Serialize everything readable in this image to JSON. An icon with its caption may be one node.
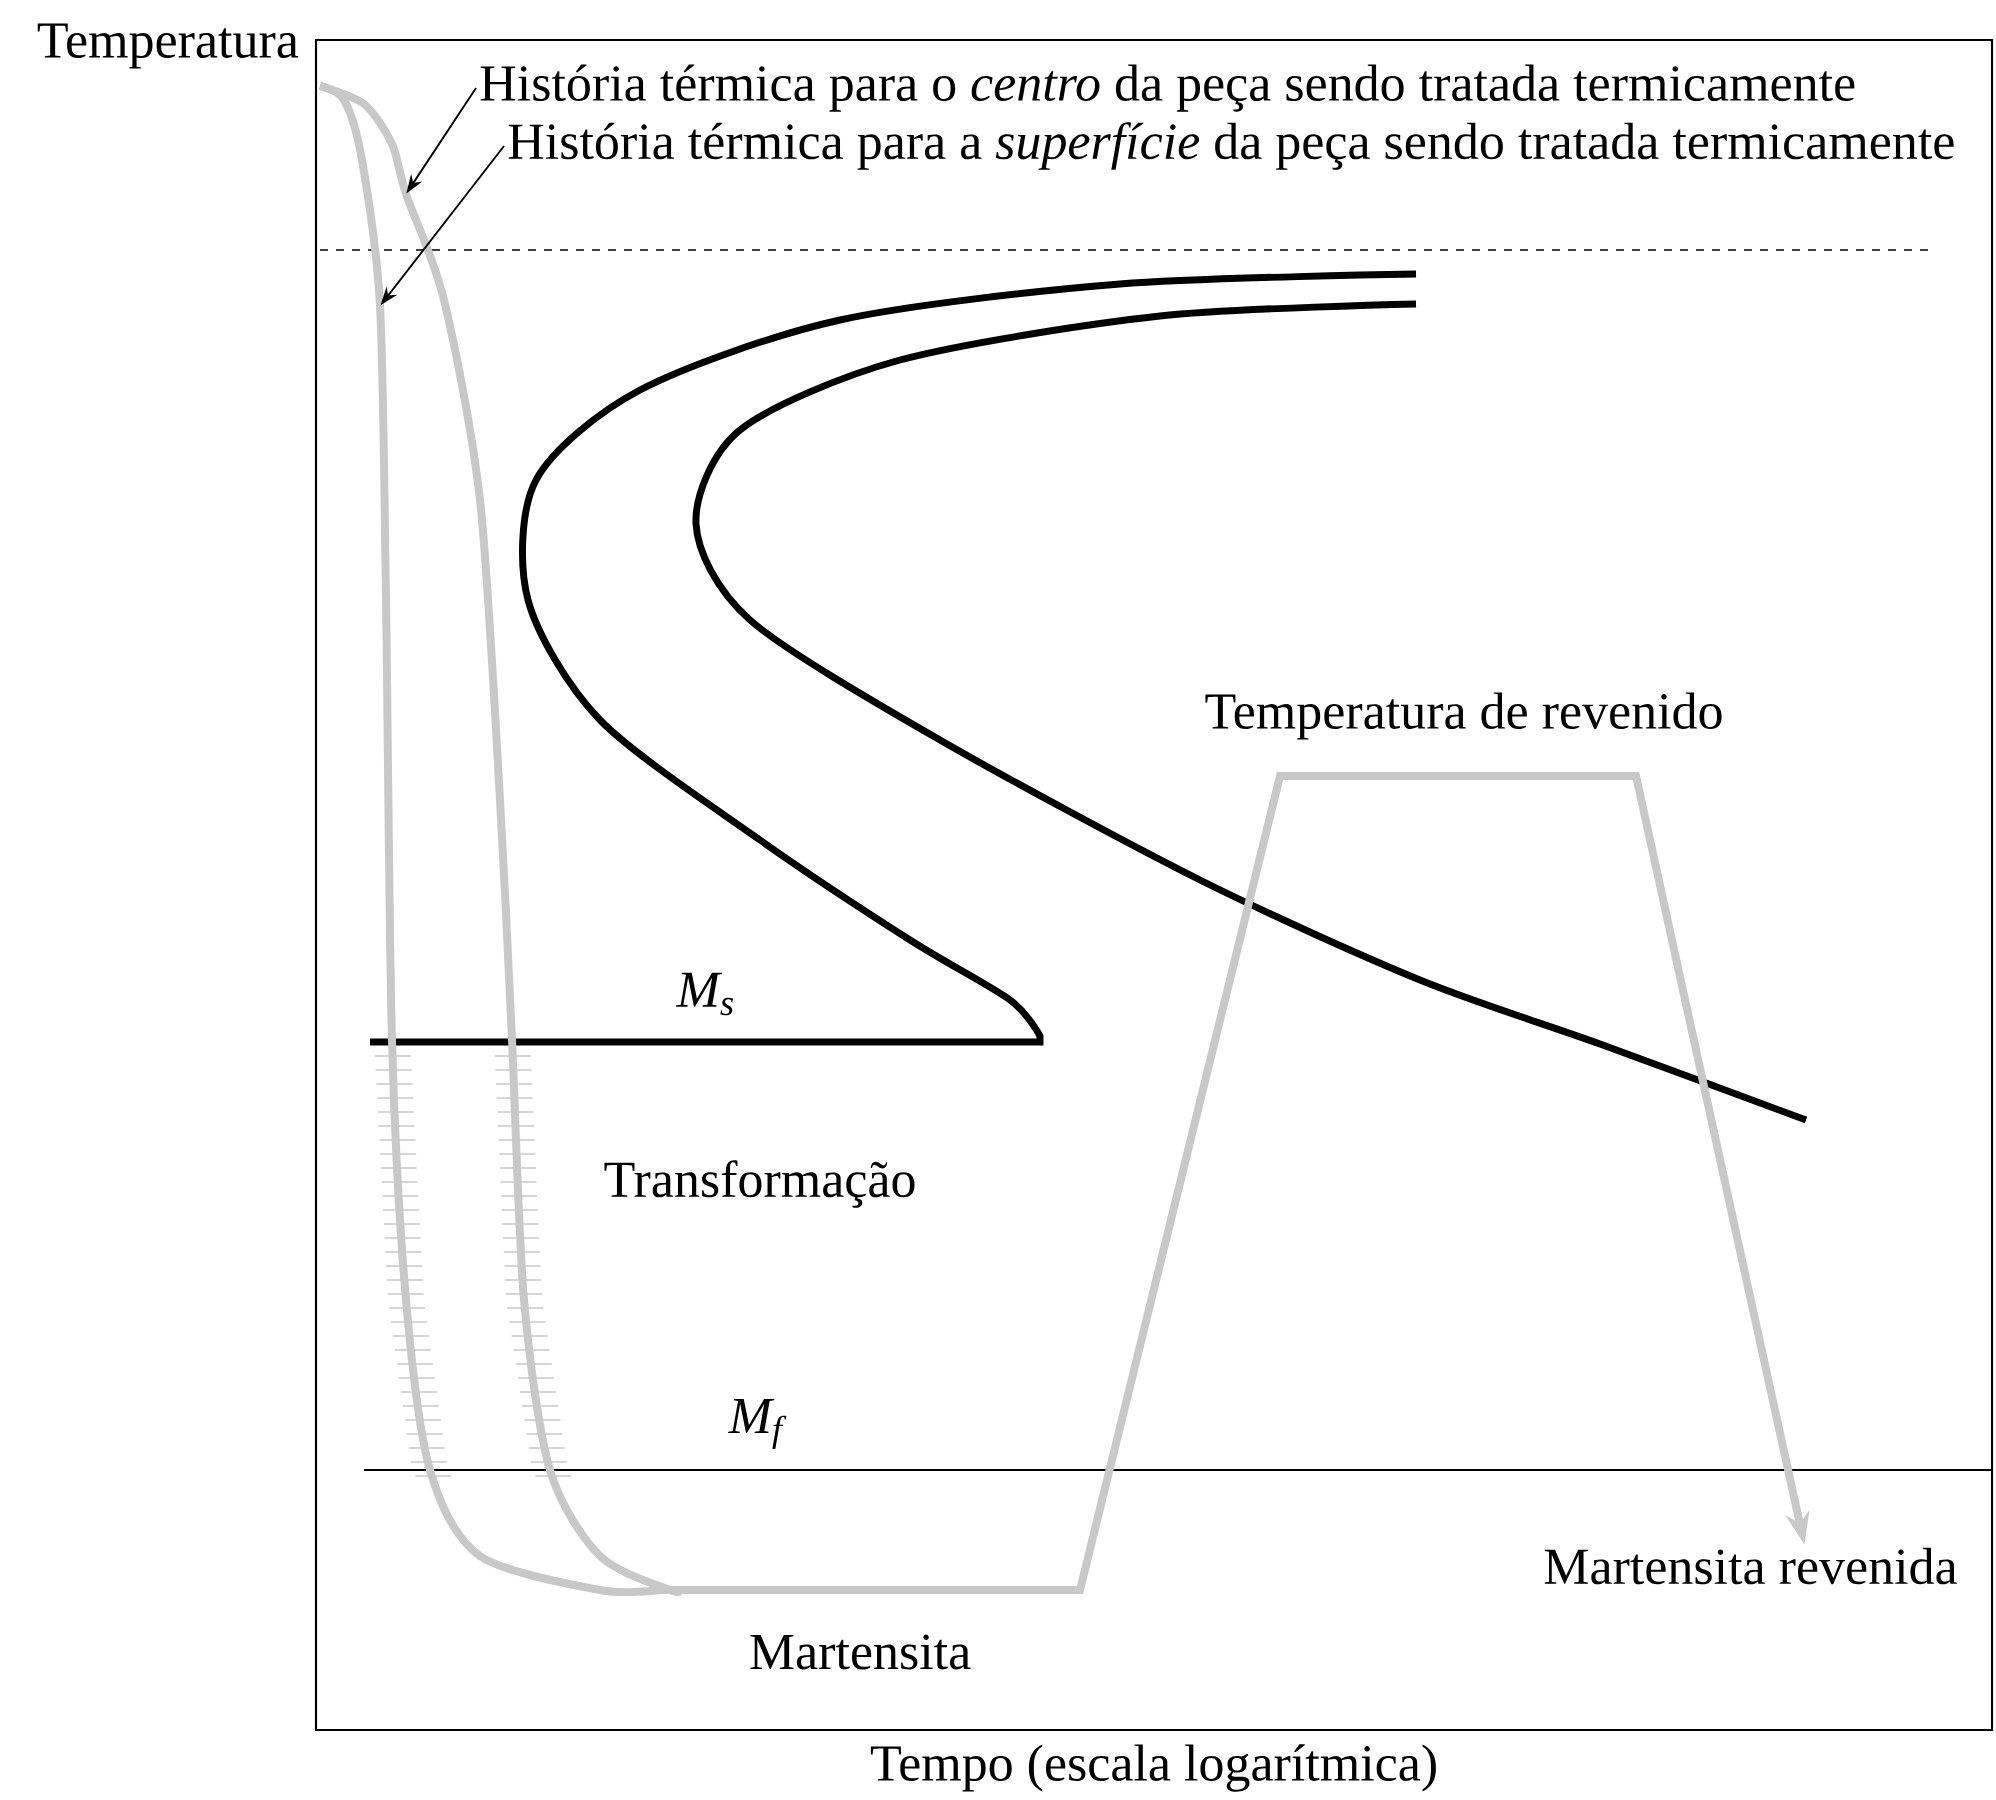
{
  "diagram": {
    "nodes": [
      {
        "text": [
          "História térmica para o *centro* da peça sendo tratada termicamente"
        ]
      },
      {
        "text": [
          "História térmica para a *superfície* da peça sendo tratada termicamente"
        ]
      },
      {
        "text": [],
        "shape": "curve"
      },
      {
        "text": [],
        "shape": "curve"
      },
      {
        "text": [
          "Martensita revenida"
        ]
      }
    ],
    "edges": [
      {
        "from": 0,
        "to": 3,
        "arrow": "to"
      },
      {
        "from": 1,
        "to": 2,
        "arrow": "to"
      },
      {
        "from": 2,
        "to": 4,
        "arrow": "to",
        "style": "thick",
        "color": "#c8c8c8"
      }
    ],
    "labels": [
      "Temperatura",
      "Temperatura de revenido",
      "M$_{s}$",
      "Transformação",
      "M$_{f}$",
      "Martensita",
      "Tempo (escala logarítmica)"
    ]
  }
}
